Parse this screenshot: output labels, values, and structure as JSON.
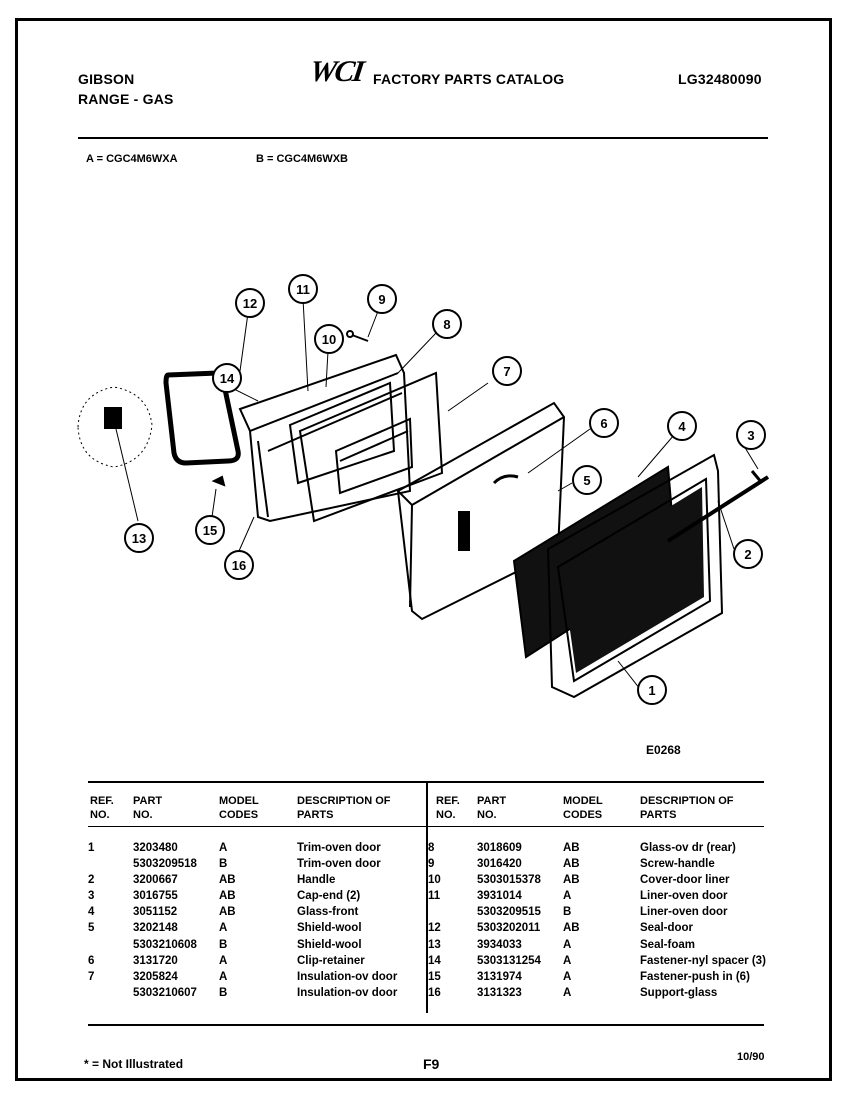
{
  "header": {
    "brand": "GIBSON",
    "product": "RANGE - GAS",
    "logo": "WCI",
    "catalog_title": "FACTORY PARTS CATALOG",
    "catalog_number": "LG32480090"
  },
  "models": {
    "a": "A = CGC4M6WXA",
    "b": "B = CGC4M6WXB"
  },
  "diagram": {
    "code": "E0268",
    "callouts": [
      "1",
      "2",
      "3",
      "4",
      "5",
      "6",
      "7",
      "8",
      "9",
      "10",
      "11",
      "12",
      "13",
      "14",
      "15",
      "16"
    ]
  },
  "columns": {
    "ref": "REF. NO.",
    "part": "PART NO.",
    "model": "MODEL CODES",
    "desc": "DESCRIPTION OF PARTS"
  },
  "parts_left": [
    {
      "ref": "1",
      "part": "3203480",
      "model": "A",
      "desc": "Trim-oven door"
    },
    {
      "ref": "",
      "part": "5303209518",
      "model": "B",
      "desc": "Trim-oven door"
    },
    {
      "ref": "2",
      "part": "3200667",
      "model": "AB",
      "desc": "Handle"
    },
    {
      "ref": "3",
      "part": "3016755",
      "model": "AB",
      "desc": "Cap-end (2)"
    },
    {
      "ref": "4",
      "part": "3051152",
      "model": "AB",
      "desc": "Glass-front"
    },
    {
      "ref": "5",
      "part": "3202148",
      "model": "A",
      "desc": "Shield-wool"
    },
    {
      "ref": "",
      "part": "5303210608",
      "model": "B",
      "desc": "Shield-wool"
    },
    {
      "ref": "6",
      "part": "3131720",
      "model": "A",
      "desc": "Clip-retainer"
    },
    {
      "ref": "7",
      "part": "3205824",
      "model": "A",
      "desc": "Insulation-ov door"
    },
    {
      "ref": "",
      "part": "5303210607",
      "model": "B",
      "desc": "Insulation-ov door"
    }
  ],
  "parts_right": [
    {
      "ref": "8",
      "part": "3018609",
      "model": "AB",
      "desc": "Glass-ov dr (rear)"
    },
    {
      "ref": "9",
      "part": "3016420",
      "model": "AB",
      "desc": "Screw-handle"
    },
    {
      "ref": "10",
      "part": "5303015378",
      "model": "AB",
      "desc": "Cover-door liner"
    },
    {
      "ref": "11",
      "part": "3931014",
      "model": "A",
      "desc": "Liner-oven door"
    },
    {
      "ref": "",
      "part": "5303209515",
      "model": "B",
      "desc": "Liner-oven door"
    },
    {
      "ref": "12",
      "part": "5303202011",
      "model": "AB",
      "desc": "Seal-door"
    },
    {
      "ref": "13",
      "part": "3934033",
      "model": "A",
      "desc": "Seal-foam"
    },
    {
      "ref": "14",
      "part": "5303131254",
      "model": "A",
      "desc": "Fastener-nyl spacer (3)"
    },
    {
      "ref": "15",
      "part": "3131974",
      "model": "A",
      "desc": "Fastener-push in (6)"
    },
    {
      "ref": "16",
      "part": "3131323",
      "model": "A",
      "desc": "Support-glass"
    }
  ],
  "footer": {
    "note": "* = Not Illustrated",
    "page": "F9",
    "date": "10/90"
  }
}
